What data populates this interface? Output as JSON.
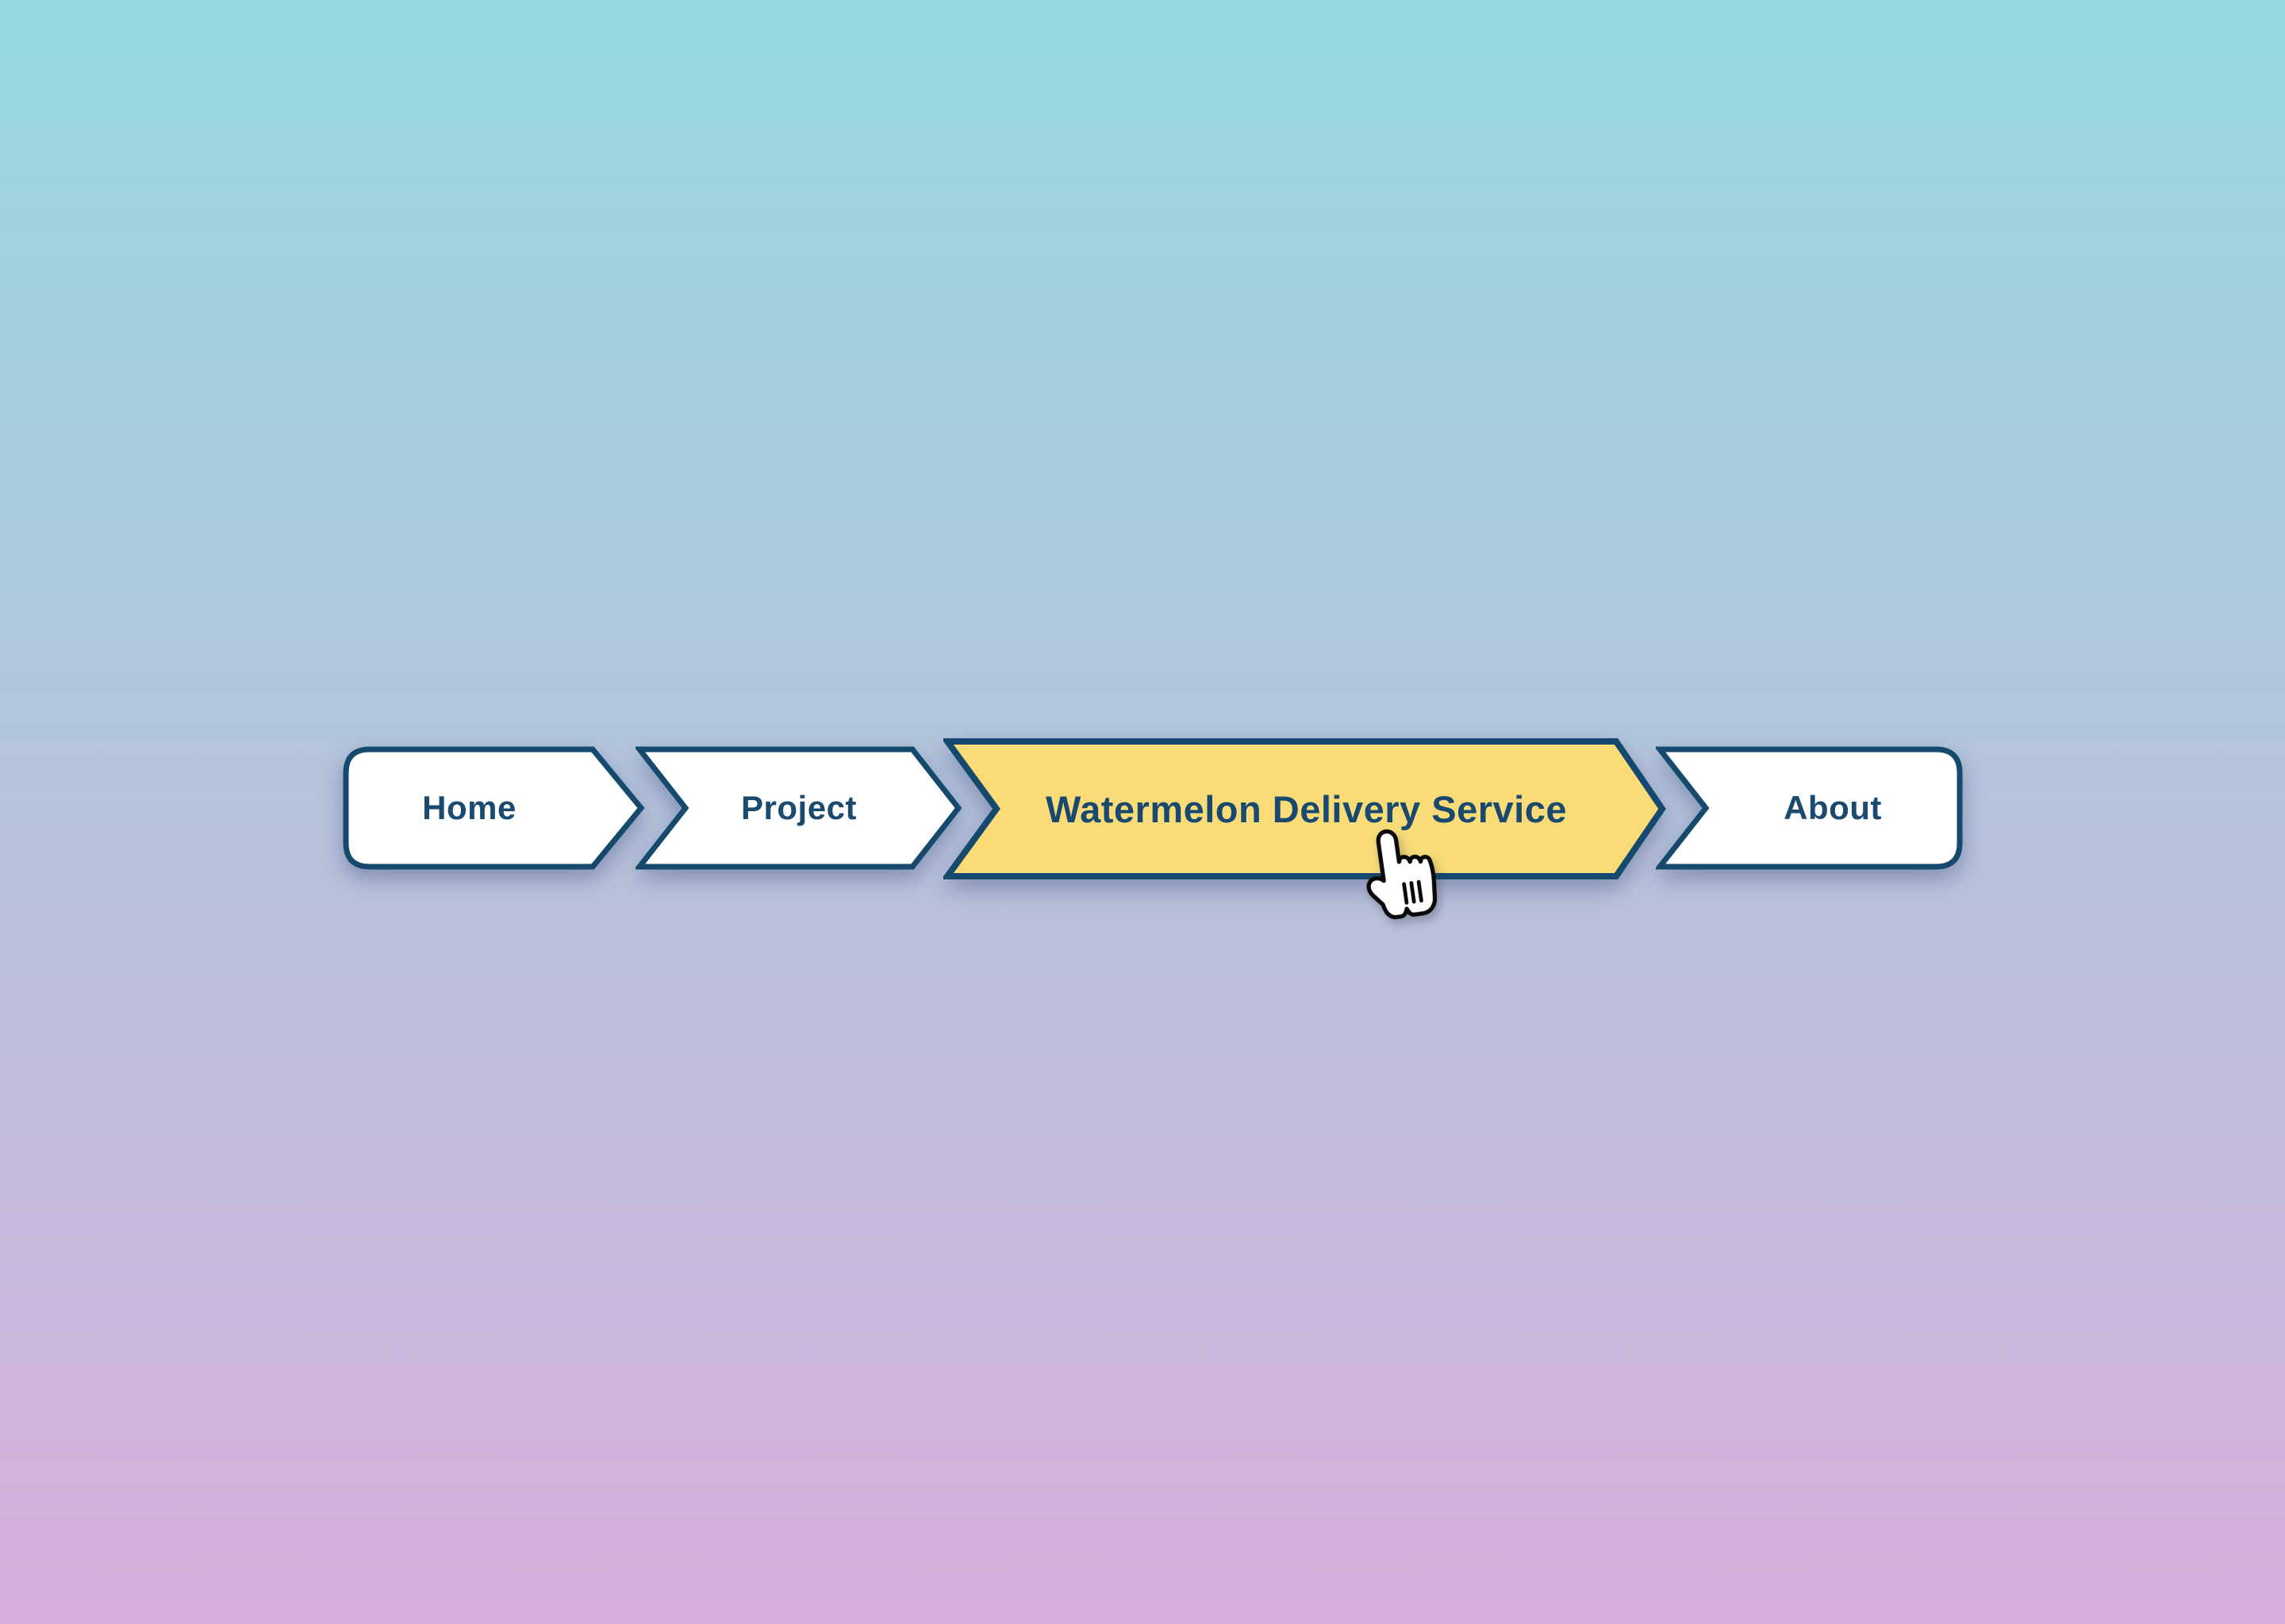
{
  "page": {
    "background_gradient_top": "#96D8E0",
    "background_gradient_bottom": "#D6AEDB"
  },
  "breadcrumb": {
    "items": [
      {
        "label": "Home",
        "state": "default"
      },
      {
        "label": "Project",
        "state": "default"
      },
      {
        "label": "Watermelon Delivery Service",
        "state": "active"
      },
      {
        "label": "About",
        "state": "default"
      }
    ],
    "colors": {
      "outline": "#16496E",
      "text": "#1A4A70",
      "active_fill": "#F9DC78",
      "default_fill": "#FFFFFF"
    }
  },
  "cursor": {
    "type": "hand-pointer"
  }
}
